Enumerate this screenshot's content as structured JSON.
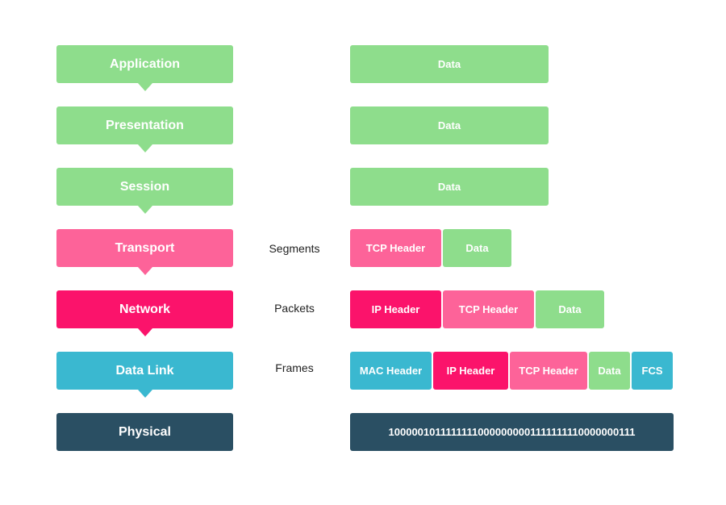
{
  "layers": [
    {
      "label": "Application",
      "color": "#8edd8c"
    },
    {
      "label": "Presentation",
      "color": "#8edd8c"
    },
    {
      "label": "Session",
      "color": "#8edd8c"
    },
    {
      "label": "Transport",
      "color": "#fd6399"
    },
    {
      "label": "Network",
      "color": "#fb136b"
    },
    {
      "label": "Data Link",
      "color": "#3ab8d0"
    },
    {
      "label": "Physical",
      "color": "#2a4f63"
    }
  ],
  "pdu_labels": {
    "transport": "Segments",
    "network": "Packets",
    "data_link": "Frames"
  },
  "encapsulation": {
    "application": [
      "Data"
    ],
    "presentation": [
      "Data"
    ],
    "session": [
      "Data"
    ],
    "transport": [
      "TCP Header",
      "Data"
    ],
    "network": [
      "IP Header",
      "TCP Header",
      "Data"
    ],
    "data_link": [
      "MAC Header",
      "IP Header",
      "TCP Header",
      "Data",
      "FCS"
    ],
    "physical": [
      "10000010111111110000000001111111110000000111"
    ]
  }
}
